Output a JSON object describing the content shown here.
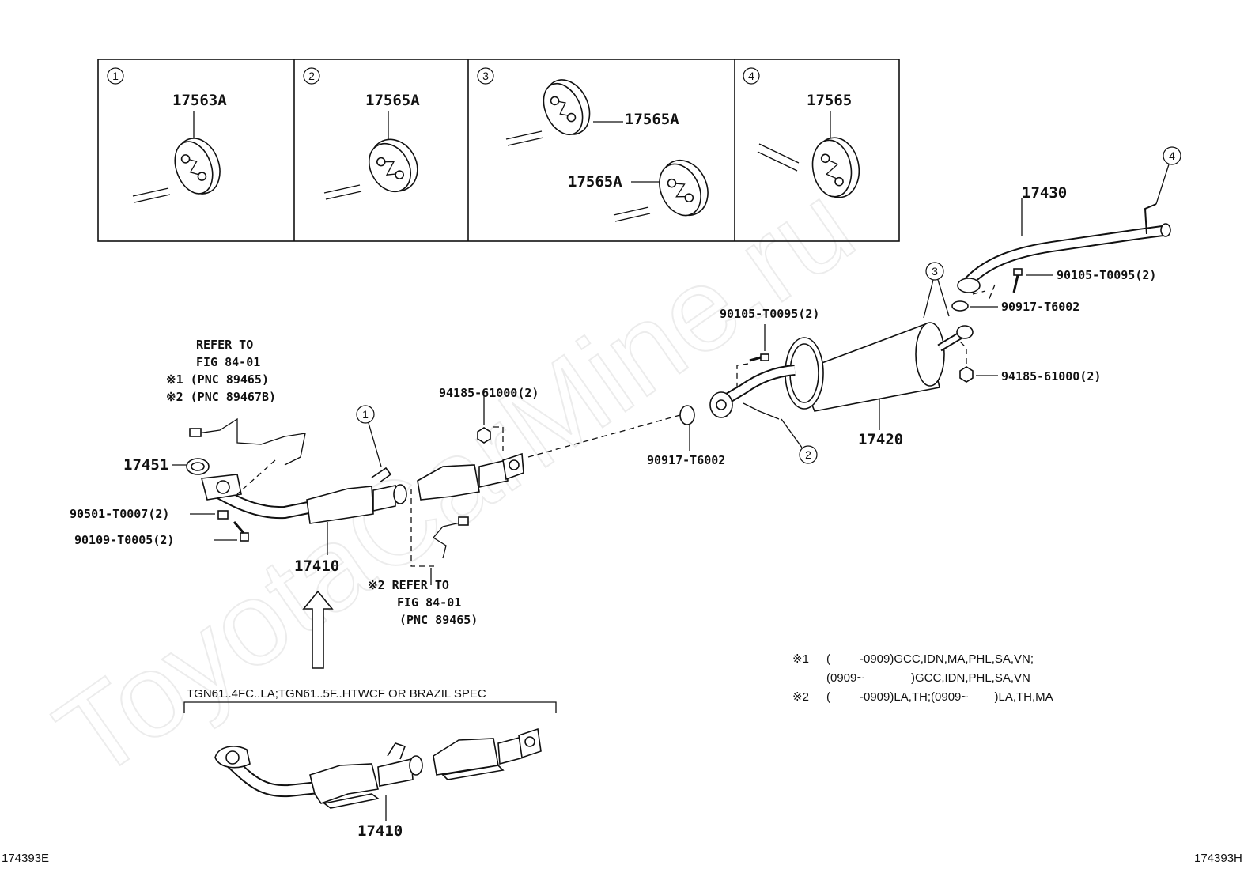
{
  "watermark": "ToyotaCarMine.ru",
  "callouts": {
    "c1": "1",
    "c2": "2",
    "c3": "3",
    "c4": "4"
  },
  "inset_labels": {
    "p1": "17563A",
    "p2": "17565A",
    "p3a": "17565A",
    "p3b": "17565A",
    "p4": "17565"
  },
  "parts": {
    "p17430": "17430",
    "p17420": "17420",
    "p17410": "17410",
    "p17410_alt": "17410",
    "p17451": "17451",
    "bolt_top": "90105-T0095(2)",
    "gasket_top": "90917-T6002",
    "nut_right": "94185-61000(2)",
    "bolt_mid": "90105-T0095(2)",
    "gasket_mid": "90917-T6002",
    "nut_left": "94185-61000(2)",
    "p90501": "90501-T0007(2)",
    "p90109": "90109-T0005(2)"
  },
  "refer_upper": [
    "REFER TO",
    "FIG 84-01",
    "※1 (PNC 89465)",
    "※2 (PNC 89467B)"
  ],
  "refer_lower": [
    "※2 REFER TO",
    "FIG 84-01",
    "(PNC 89465)"
  ],
  "variant_label": "TGN61..4FC..LA;TGN61..5F..HTWCF OR BRAZIL SPEC",
  "notes": [
    {
      "mark": "※1",
      "open": "(",
      "text": "-0909)GCC,IDN,MA,PHL,SA,VN;"
    },
    {
      "mark": "",
      "open": "(0909~",
      "text": ")GCC,IDN,PHL,SA,VN"
    },
    {
      "mark": "※2",
      "open": "(",
      "text": "-0909)LA,TH;(0909~        )LA,TH,MA"
    }
  ],
  "code_left": "174393E",
  "code_right": "174393H"
}
